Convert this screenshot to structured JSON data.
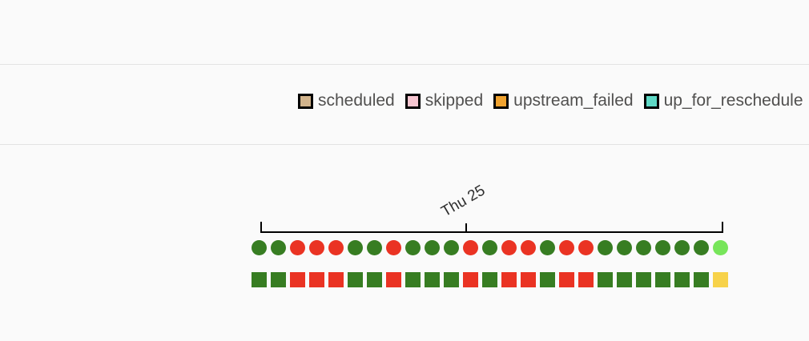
{
  "page": {
    "background": "#FAFAFA",
    "divider_color": "#E3E3E3"
  },
  "legend": {
    "items": [
      {
        "state": "scheduled",
        "label": "scheduled",
        "color": "#D2B48C"
      },
      {
        "state": "skipped",
        "label": "skipped",
        "color": "#F6C5D0"
      },
      {
        "state": "upstream_failed",
        "label": "upstream_failed",
        "color": "#F0A330"
      },
      {
        "state": "up_for_reschedule",
        "label": "up_for_reschedule",
        "color": "#5FD9C6"
      }
    ]
  },
  "timeline": {
    "tick_label": "Thu 25"
  },
  "grid": {
    "state_colors": {
      "success": "#377D22",
      "failed": "#EA3323",
      "running": "#77E55A",
      "up_for_retry": "#F7D24A"
    },
    "dag_run_states": [
      "success",
      "success",
      "failed",
      "failed",
      "failed",
      "success",
      "success",
      "failed",
      "success",
      "success",
      "success",
      "failed",
      "success",
      "failed",
      "failed",
      "success",
      "failed",
      "failed",
      "success",
      "success",
      "success",
      "success",
      "success",
      "success",
      "running"
    ],
    "task_instance_states": [
      "success",
      "success",
      "failed",
      "failed",
      "failed",
      "success",
      "success",
      "failed",
      "success",
      "success",
      "success",
      "failed",
      "success",
      "failed",
      "failed",
      "success",
      "failed",
      "failed",
      "success",
      "success",
      "success",
      "success",
      "success",
      "success",
      "up_for_retry"
    ]
  }
}
